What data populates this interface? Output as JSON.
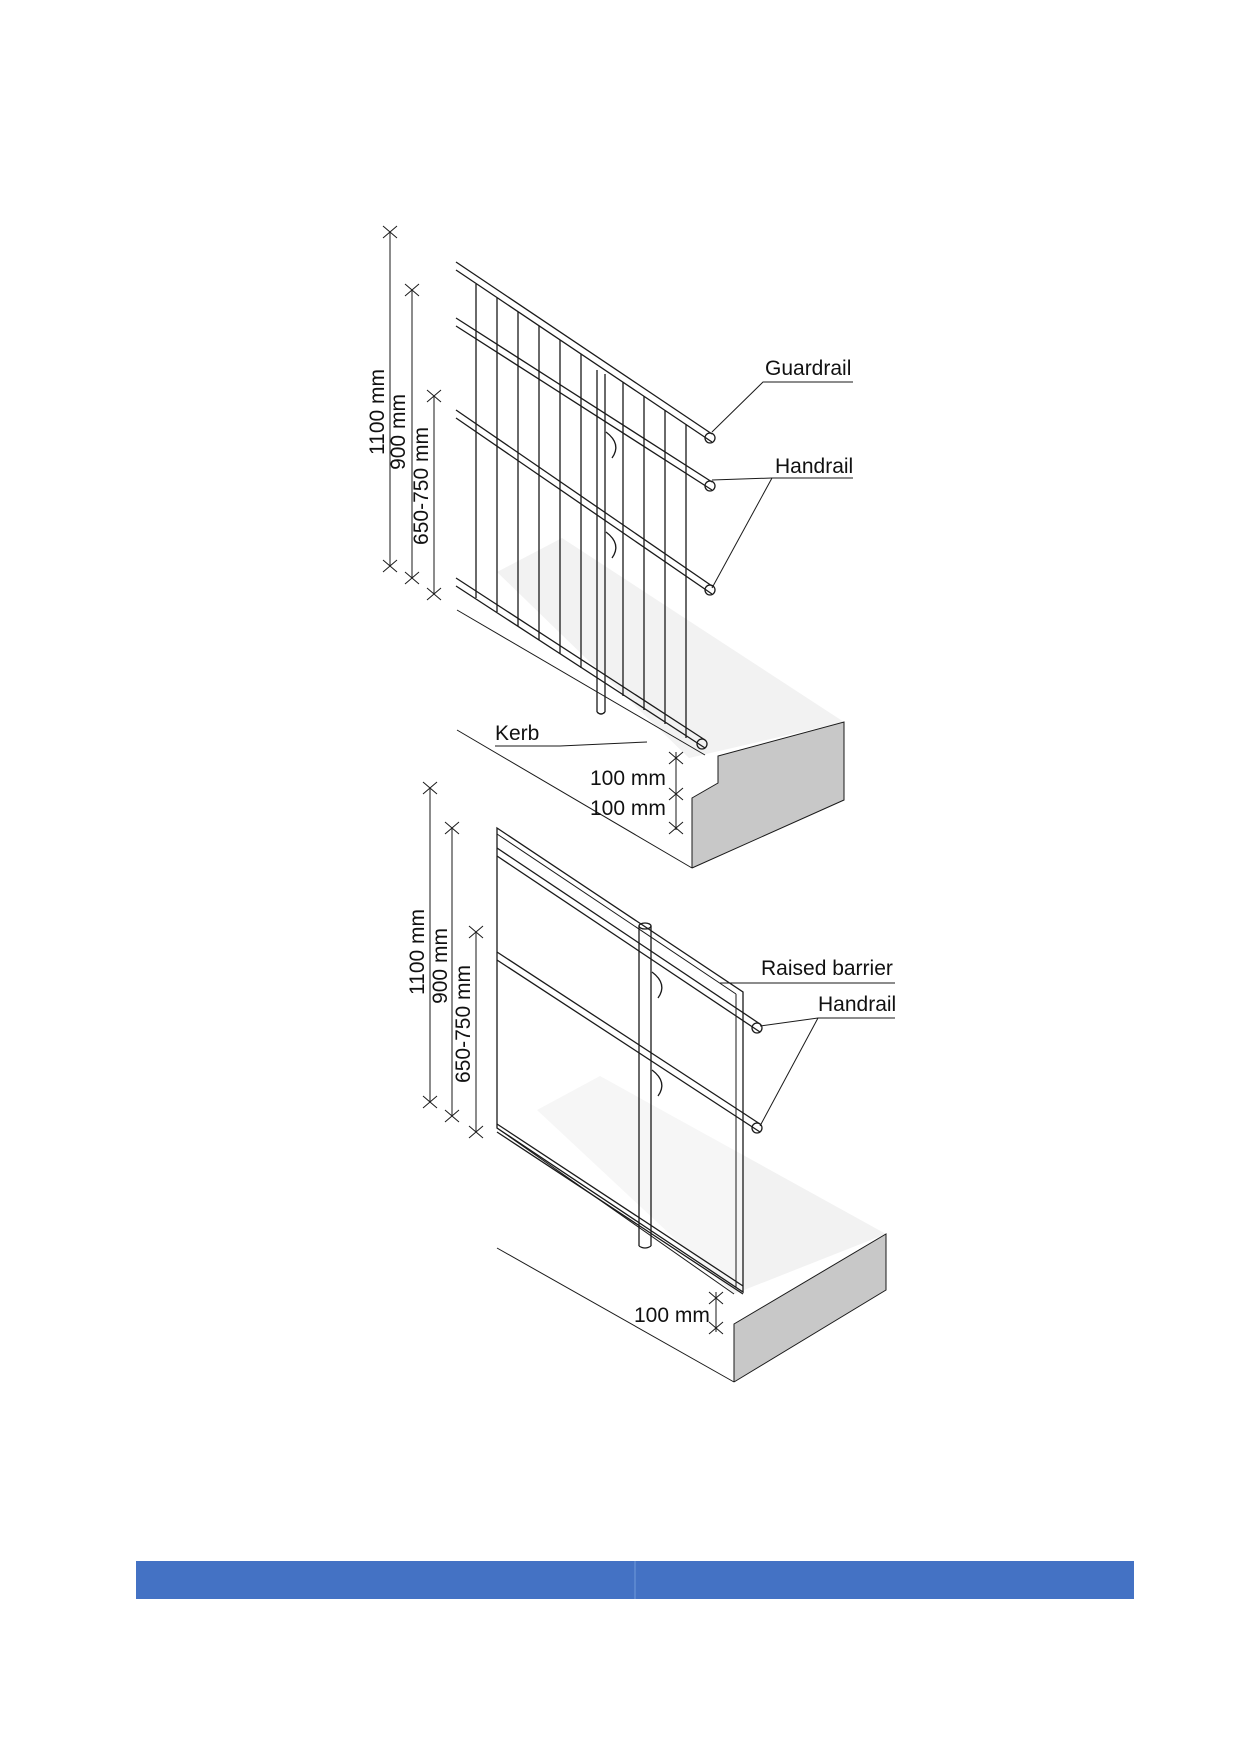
{
  "colors": {
    "footer_bar": "#4472C4",
    "footer_divider": "#5a86cf",
    "slab_top": "#f2f2f2",
    "slab_face": "#c8c8c8",
    "line": "#1a1a1a"
  },
  "figure": {
    "top_detail": {
      "labels": {
        "guardrail": "Guardrail",
        "handrail": "Handrail",
        "kerb": "Kerb"
      },
      "dimensions": {
        "overall_height": "1100 mm",
        "guardrail_height": "900 mm",
        "handrail_height": "650-750 mm",
        "kerb_height": "100 mm",
        "kerb_gap": "100 mm"
      }
    },
    "bottom_detail": {
      "labels": {
        "raised_barrier": "Raised barrier",
        "handrail": "Handrail"
      },
      "dimensions": {
        "overall_height": "1100 mm",
        "guardrail_height": "900 mm",
        "handrail_height": "650-750 mm",
        "barrier_gap": "100 mm"
      }
    }
  },
  "footer": {
    "left": "",
    "right": ""
  }
}
